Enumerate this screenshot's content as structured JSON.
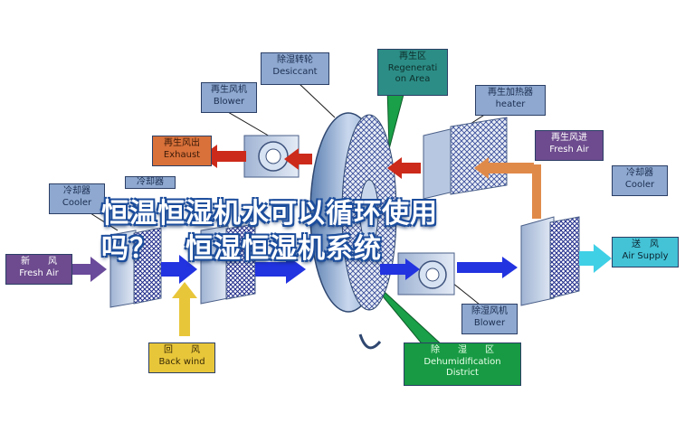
{
  "labels": {
    "desiccant": {
      "zh": "除湿转轮",
      "en": "Desiccant"
    },
    "regeneration": {
      "zh": "再生区",
      "en_line1": "Regenerati",
      "en_line2": "on Area"
    },
    "regen_blower": {
      "zh": "再生风机",
      "en": "Blower"
    },
    "regen_heater": {
      "zh": "再生加热器",
      "en": "heater"
    },
    "exhaust": {
      "zh": "再生风出",
      "en": "Exhaust"
    },
    "regen_fresh_air": {
      "zh": "再生风进",
      "en": "Fresh Air"
    },
    "cooler_left": {
      "zh": "冷却器",
      "en": "Cooler"
    },
    "cooler_second": {
      "zh": "冷却器"
    },
    "cooler_right": {
      "zh": "冷却器",
      "en": "Cooler"
    },
    "fresh_air": {
      "zh": "新　　风",
      "en": "Fresh Air"
    },
    "air_supply": {
      "zh": "送　风",
      "en": "Air Supply"
    },
    "back_wind": {
      "zh": "回　　风",
      "en": "Back wind"
    },
    "dehum_blower": {
      "zh": "除湿风机",
      "en": "Blower"
    },
    "dehum_district": {
      "zh": "除　　湿　　区",
      "en_line1": "Dehumidification",
      "en_line2": "District"
    }
  },
  "headline": {
    "line1": "恒温恒湿机水可以循环使用",
    "line2": "吗？　恒湿恒湿机系统"
  },
  "colors": {
    "process_arrow": "#2233e0",
    "regen_arrow": "#cc2a1a",
    "fresh_arrow": "#6a4a9a",
    "supply_arrow": "#3fd0e6",
    "back_arrow": "#e8c63a",
    "heater_arrow": "#e08a4a"
  }
}
